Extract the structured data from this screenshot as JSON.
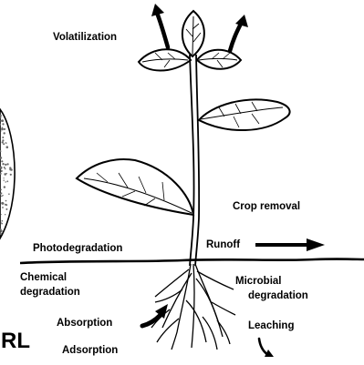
{
  "colors": {
    "line": "#000000",
    "background": "#ffffff",
    "specks": "#6a6a6a"
  },
  "labels": {
    "volatilization": "Volatilization",
    "crop_removal": "Crop removal",
    "photodegradation": "Photodegradation",
    "runoff": "Runoff",
    "chemical_degradation": [
      "Chemical",
      "degradation"
    ],
    "microbial_degradation": [
      "Microbial",
      "degradation"
    ],
    "absorption": "Absorption",
    "adsorption": "Adsorption",
    "leaching": "Leaching"
  },
  "cropped_text": "RL",
  "icons": {
    "arrow_volatilization_left": "curved-arrow-up-left",
    "arrow_volatilization_right": "curved-arrow-up-right",
    "arrow_runoff": "arrow-right",
    "arrow_absorption": "curved-arrow-up-right",
    "arrow_leaching": "curved-arrow-down-right",
    "soil_clump": "stippled-soil-clump"
  }
}
